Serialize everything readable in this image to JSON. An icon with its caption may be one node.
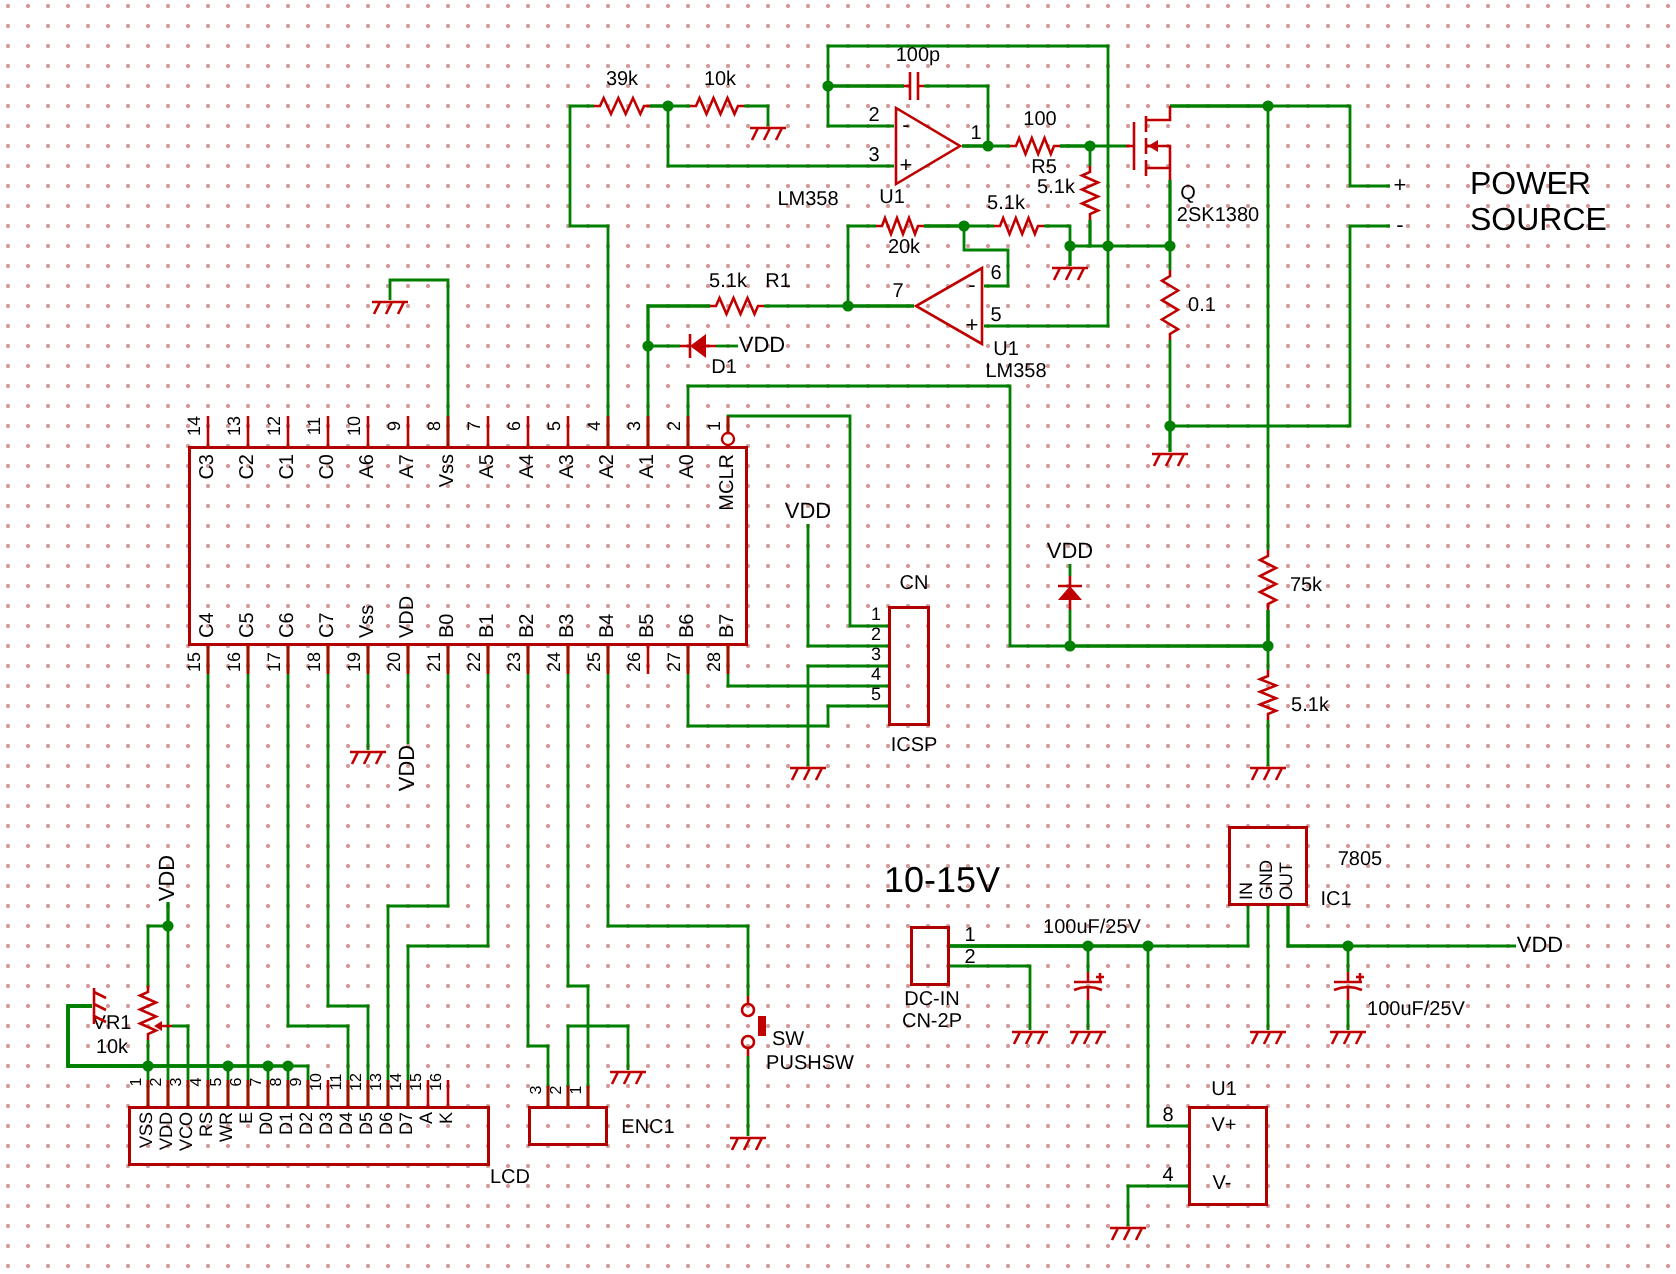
{
  "diagram": {
    "nodes": [
      {
        "text": [
          "C3",
          "C2",
          "C1",
          "C0",
          "A6",
          "A7",
          "Vss",
          "A5",
          "A4",
          "A3",
          "A2",
          "A1",
          "A0",
          "MCLR",
          "C4",
          "C5",
          "C6",
          "C7",
          "Vss",
          "VDD",
          "B0",
          "B1",
          "B2",
          "B3",
          "B4",
          "B5",
          "B6",
          "B7"
        ],
        "beside": [
          "14",
          "13",
          "12",
          "11",
          "10",
          "9",
          "8",
          "7",
          "6",
          "5",
          "4",
          "3",
          "2",
          "1",
          "15",
          "16",
          "17",
          "18",
          "19",
          "20",
          "21",
          "22",
          "23",
          "24",
          "25",
          "26",
          "27",
          "28"
        ]
      },
      {
        "text": [
          "VSS",
          "VDD",
          "VCO",
          "RS",
          "WR",
          "E",
          "D0",
          "D1",
          "D2",
          "D3",
          "D4",
          "D5",
          "D6",
          "D7",
          "A",
          "K"
        ],
        "beside": [
          "1",
          "2",
          "3",
          "4",
          "5",
          "6",
          "7",
          "8",
          "9",
          "10",
          "11",
          "12",
          "13",
          "14",
          "15",
          "16",
          "LCD"
        ]
      },
      {
        "text": [],
        "shape": "box",
        "beside": [
          "3",
          "2",
          "1",
          "ENC1"
        ]
      },
      {
        "text": [],
        "shape": "box",
        "beside": [
          "CN",
          "ICSP"
        ]
      },
      {
        "text": [],
        "shape": "box",
        "beside": [
          "DC-IN",
          "CN-2P"
        ]
      },
      {
        "text": [
          "IN",
          "GND",
          "OUT"
        ],
        "beside": [
          "7805",
          "IC1"
        ]
      },
      {
        "text": [
          "V+",
          "V-"
        ],
        "beside": [
          "U1"
        ]
      },
      {
        "text": [
          "-",
          "+"
        ],
        "beside": [
          "LM358",
          "U1"
        ]
      },
      {
        "text": [
          "-",
          "+"
        ],
        "beside": [
          "U1",
          "LM358"
        ]
      },
      {
        "text": [],
        "shape": "resistor",
        "beside": [
          "39k"
        ]
      },
      {
        "text": [],
        "shape": "resistor",
        "beside": [
          "10k"
        ]
      },
      {
        "text": [],
        "shape": "capacitor",
        "beside": [
          "100p"
        ]
      },
      {
        "text": [],
        "shape": "resistor",
        "beside": [
          "100"
        ]
      },
      {
        "text": [],
        "shape": "resistor",
        "beside": [
          "R5",
          "5.1k"
        ]
      },
      {
        "text": [],
        "shape": "transistor",
        "beside": [
          "Q",
          "2SK1380"
        ]
      },
      {
        "text": [],
        "shape": "resistor",
        "beside": [
          "0.1"
        ]
      },
      {
        "text": [],
        "shape": "resistor",
        "beside": [
          "20k"
        ]
      },
      {
        "text": [],
        "shape": "resistor",
        "beside": [
          "5.1k"
        ]
      },
      {
        "text": [],
        "shape": "resistor",
        "beside": [
          "5.1k",
          "R1"
        ]
      },
      {
        "text": [],
        "shape": "diode",
        "beside": [
          "D1"
        ]
      },
      {
        "text": [],
        "shape": "diode"
      },
      {
        "text": [],
        "shape": "resistor",
        "beside": [
          "75k"
        ]
      },
      {
        "text": [],
        "shape": "resistor",
        "beside": [
          "5.1k"
        ]
      },
      {
        "text": [],
        "shape": "potentiometer",
        "beside": [
          "VR1",
          "10k"
        ]
      },
      {
        "text": [],
        "shape": "switch",
        "beside": [
          "SW",
          "PUSHSW"
        ]
      },
      {
        "text": [],
        "shape": "capacitor",
        "beside": [
          "100uF/25V"
        ]
      },
      {
        "text": [],
        "shape": "capacitor",
        "beside": [
          "100uF/25V"
        ]
      },
      {
        "text": [
          "+"
        ]
      },
      {
        "text": [
          "-"
        ]
      },
      {
        "text": [
          "VDD"
        ]
      },
      {
        "text": [
          "VDD"
        ]
      },
      {
        "text": [
          "VDD"
        ]
      },
      {
        "text": [
          "VDD"
        ]
      },
      {
        "text": [
          "VDD"
        ]
      },
      {
        "text": [
          "VDD"
        ]
      },
      {
        "text": [],
        "shape": "ground"
      },
      {
        "text": [],
        "shape": "ground"
      },
      {
        "text": [],
        "shape": "ground"
      },
      {
        "text": [],
        "shape": "ground"
      },
      {
        "text": [],
        "shape": "ground"
      },
      {
        "text": [],
        "shape": "ground"
      },
      {
        "text": [],
        "shape": "ground"
      },
      {
        "text": [],
        "shape": "ground"
      },
      {
        "text": [],
        "shape": "ground"
      },
      {
        "text": [],
        "shape": "ground"
      },
      {
        "text": [],
        "shape": "ground"
      },
      {
        "text": [],
        "shape": "ground"
      },
      {
        "text": [],
        "shape": "ground"
      },
      {
        "text": [],
        "shape": "ground"
      },
      {
        "text": [],
        "shape": "ground"
      }
    ],
    "edges": [
      {
        "from": 0,
        "to": 9,
        "arrow": "none"
      },
      {
        "from": 9,
        "to": 10,
        "arrow": "none"
      },
      {
        "from": 10,
        "to": 35,
        "arrow": "none"
      },
      {
        "from": 9,
        "to": 7,
        "arrow": "none"
      },
      {
        "from": 7,
        "to": 11,
        "arrow": "none"
      },
      {
        "from": 11,
        "to": 7,
        "arrow": "none"
      },
      {
        "from": 7,
        "to": 12,
        "arrow": "none"
      },
      {
        "from": 12,
        "to": 14,
        "arrow": "none"
      },
      {
        "from": 12,
        "to": 13,
        "arrow": "none"
      },
      {
        "from": 11,
        "to": 8,
        "arrow": "none"
      },
      {
        "from": 13,
        "to": 14,
        "arrow": "none"
      },
      {
        "from": 14,
        "to": 15,
        "arrow": "none"
      },
      {
        "from": 17,
        "to": 36,
        "arrow": "none"
      },
      {
        "from": 13,
        "to": 36,
        "arrow": "none"
      },
      {
        "from": 15,
        "to": 37,
        "arrow": "none"
      },
      {
        "from": 14,
        "to": 27,
        "arrow": "none"
      },
      {
        "from": 14,
        "to": 21,
        "arrow": "none"
      },
      {
        "from": 28,
        "to": 37,
        "arrow": "none"
      },
      {
        "from": 8,
        "to": 16,
        "arrow": "none"
      },
      {
        "from": 16,
        "to": 17,
        "arrow": "none"
      },
      {
        "from": 8,
        "to": 16,
        "arrow": "none"
      },
      {
        "from": 8,
        "to": 18,
        "arrow": "none"
      },
      {
        "from": 18,
        "to": 0,
        "arrow": "none"
      },
      {
        "from": 18,
        "to": 19,
        "arrow": "none"
      },
      {
        "from": 19,
        "to": 29,
        "arrow": "none"
      },
      {
        "from": 0,
        "to": 21,
        "arrow": "none"
      },
      {
        "from": 21,
        "to": 22,
        "arrow": "none"
      },
      {
        "from": 22,
        "to": 39,
        "arrow": "none"
      },
      {
        "from": 20,
        "to": 21,
        "arrow": "none"
      },
      {
        "from": 31,
        "to": 20,
        "arrow": "none"
      },
      {
        "from": 0,
        "to": 3,
        "arrow": "none"
      },
      {
        "from": 30,
        "to": 3,
        "arrow": "none"
      },
      {
        "from": 3,
        "to": 40,
        "arrow": "none"
      },
      {
        "from": 0,
        "to": 3,
        "arrow": "none"
      },
      {
        "from": 0,
        "to": 3,
        "arrow": "none"
      },
      {
        "from": 0,
        "to": 38,
        "arrow": "none"
      },
      {
        "from": 0,
        "to": 41,
        "arrow": "none"
      },
      {
        "from": 0,
        "to": 32,
        "arrow": "none"
      },
      {
        "from": 0,
        "to": 1,
        "arrow": "none"
      },
      {
        "from": 0,
        "to": 1,
        "arrow": "none"
      },
      {
        "from": 0,
        "to": 1,
        "arrow": "none"
      },
      {
        "from": 0,
        "to": 1,
        "arrow": "none"
      },
      {
        "from": 0,
        "to": 1,
        "arrow": "none"
      },
      {
        "from": 0,
        "to": 1,
        "arrow": "none"
      },
      {
        "from": 0,
        "to": 2,
        "arrow": "none"
      },
      {
        "from": 0,
        "to": 2,
        "arrow": "none"
      },
      {
        "from": 2,
        "to": 43,
        "arrow": "none"
      },
      {
        "from": 0,
        "to": 24,
        "arrow": "none"
      },
      {
        "from": 24,
        "to": 44,
        "arrow": "none"
      },
      {
        "from": 33,
        "to": 1,
        "arrow": "none"
      },
      {
        "from": 33,
        "to": 23,
        "arrow": "none"
      },
      {
        "from": 23,
        "to": 1,
        "arrow": "none"
      },
      {
        "from": 23,
        "to": 42,
        "arrow": "none"
      },
      {
        "from": 42,
        "to": 1,
        "arrow": "none"
      },
      {
        "from": 42,
        "to": 1,
        "arrow": "none"
      },
      {
        "from": 42,
        "to": 1,
        "arrow": "none"
      },
      {
        "from": 42,
        "to": 1,
        "arrow": "none"
      },
      {
        "from": 42,
        "to": 1,
        "arrow": "none"
      },
      {
        "from": 4,
        "to": 25,
        "arrow": "none"
      },
      {
        "from": 4,
        "to": 5,
        "arrow": "none"
      },
      {
        "from": 4,
        "to": 45,
        "arrow": "none"
      },
      {
        "from": 25,
        "to": 46,
        "arrow": "none"
      },
      {
        "from": 4,
        "to": 6,
        "arrow": "none"
      },
      {
        "from": 6,
        "to": 49,
        "arrow": "none"
      },
      {
        "from": 5,
        "to": 47,
        "arrow": "none"
      },
      {
        "from": 5,
        "to": 34,
        "arrow": "none"
      },
      {
        "from": 5,
        "to": 26,
        "arrow": "none"
      },
      {
        "from": 26,
        "to": 48,
        "arrow": "none"
      }
    ],
    "labels": [
      "2",
      "3",
      "1",
      "6",
      "7",
      "5",
      "POWER SOURCE",
      "1",
      "2",
      "3",
      "4",
      "5",
      "10-15V",
      "1",
      "2",
      "8",
      "4"
    ]
  }
}
